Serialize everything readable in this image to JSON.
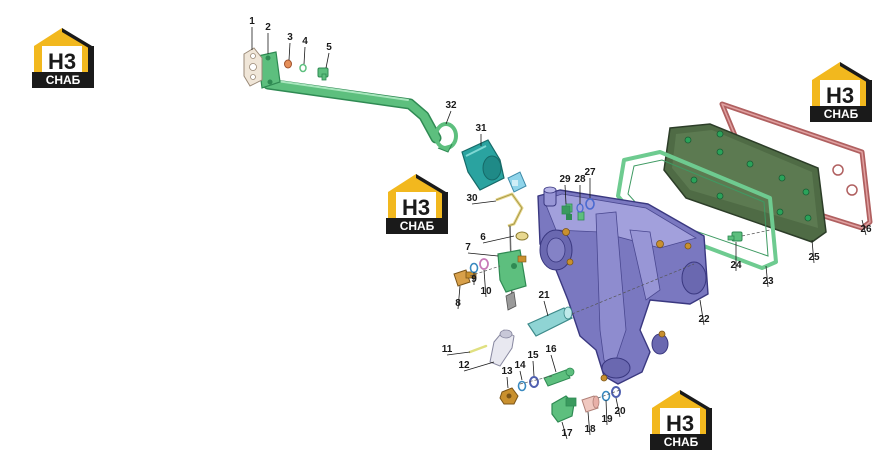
{
  "colors": {
    "background": "#ffffff",
    "part_green": "#5dbf7e",
    "part_green_dark": "#2f8a53",
    "teal_sleeve": "#2aa3a0",
    "housing_purple": "#7a78c0",
    "housing_purple_dark": "#4a4890",
    "gasket_green": "#6ecb90",
    "plate_olive": "#4f6b45",
    "gasket_red": "#b06060",
    "brass": "#c9902e",
    "logo_yellow": "#f2b81e",
    "logo_black": "#1a1a1a"
  },
  "watermark": {
    "logo_mark": "H3",
    "logo_caption": "СНАБ"
  },
  "callouts": [
    {
      "id": "1",
      "label": "1"
    },
    {
      "id": "2",
      "label": "2"
    },
    {
      "id": "3",
      "label": "3"
    },
    {
      "id": "4",
      "label": "4"
    },
    {
      "id": "5",
      "label": "5"
    },
    {
      "id": "6",
      "label": "6"
    },
    {
      "id": "7",
      "label": "7"
    },
    {
      "id": "8",
      "label": "8"
    },
    {
      "id": "9",
      "label": "9"
    },
    {
      "id": "10",
      "label": "10"
    },
    {
      "id": "11",
      "label": "11"
    },
    {
      "id": "12",
      "label": "12"
    },
    {
      "id": "13",
      "label": "13"
    },
    {
      "id": "14",
      "label": "14"
    },
    {
      "id": "15",
      "label": "15"
    },
    {
      "id": "16",
      "label": "16"
    },
    {
      "id": "17",
      "label": "17"
    },
    {
      "id": "18",
      "label": "18"
    },
    {
      "id": "19",
      "label": "19"
    },
    {
      "id": "20",
      "label": "20"
    },
    {
      "id": "21",
      "label": "21"
    },
    {
      "id": "22",
      "label": "22"
    },
    {
      "id": "23",
      "label": "23"
    },
    {
      "id": "24",
      "label": "24"
    },
    {
      "id": "25",
      "label": "25"
    },
    {
      "id": "26",
      "label": "26"
    },
    {
      "id": "27",
      "label": "27"
    },
    {
      "id": "28",
      "label": "28"
    },
    {
      "id": "29",
      "label": "29"
    },
    {
      "id": "30",
      "label": "30"
    },
    {
      "id": "31",
      "label": "31"
    },
    {
      "id": "32",
      "label": "32"
    }
  ]
}
